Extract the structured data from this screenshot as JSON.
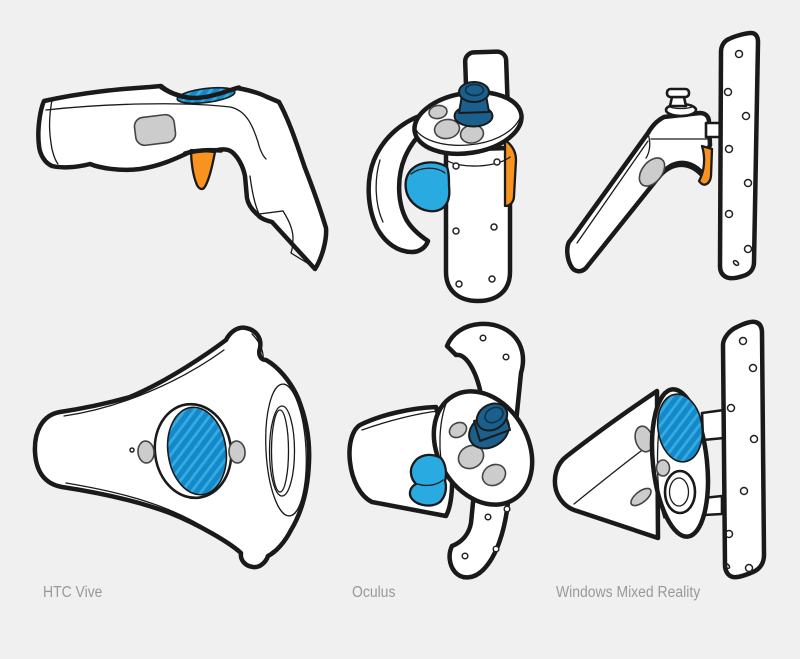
{
  "colors": {
    "background": "#f0f0f0",
    "outline": "#1a1a1a",
    "body_white": "#ffffff",
    "button_gray": "#cccccc",
    "pad_blue_light": "#33ade1",
    "pad_blue_dark": "#1588c9",
    "trigger_blue": "#29abe2",
    "joystick_blue": "#1b608c",
    "trigger_orange": "#f7931e",
    "label_text": "#999999"
  },
  "figures": [
    {
      "id": "htc-vive",
      "label": "HTC Vive"
    },
    {
      "id": "oculus",
      "label": "Oculus"
    },
    {
      "id": "windows-mixed-reality",
      "label": "Windows Mixed Reality"
    }
  ]
}
